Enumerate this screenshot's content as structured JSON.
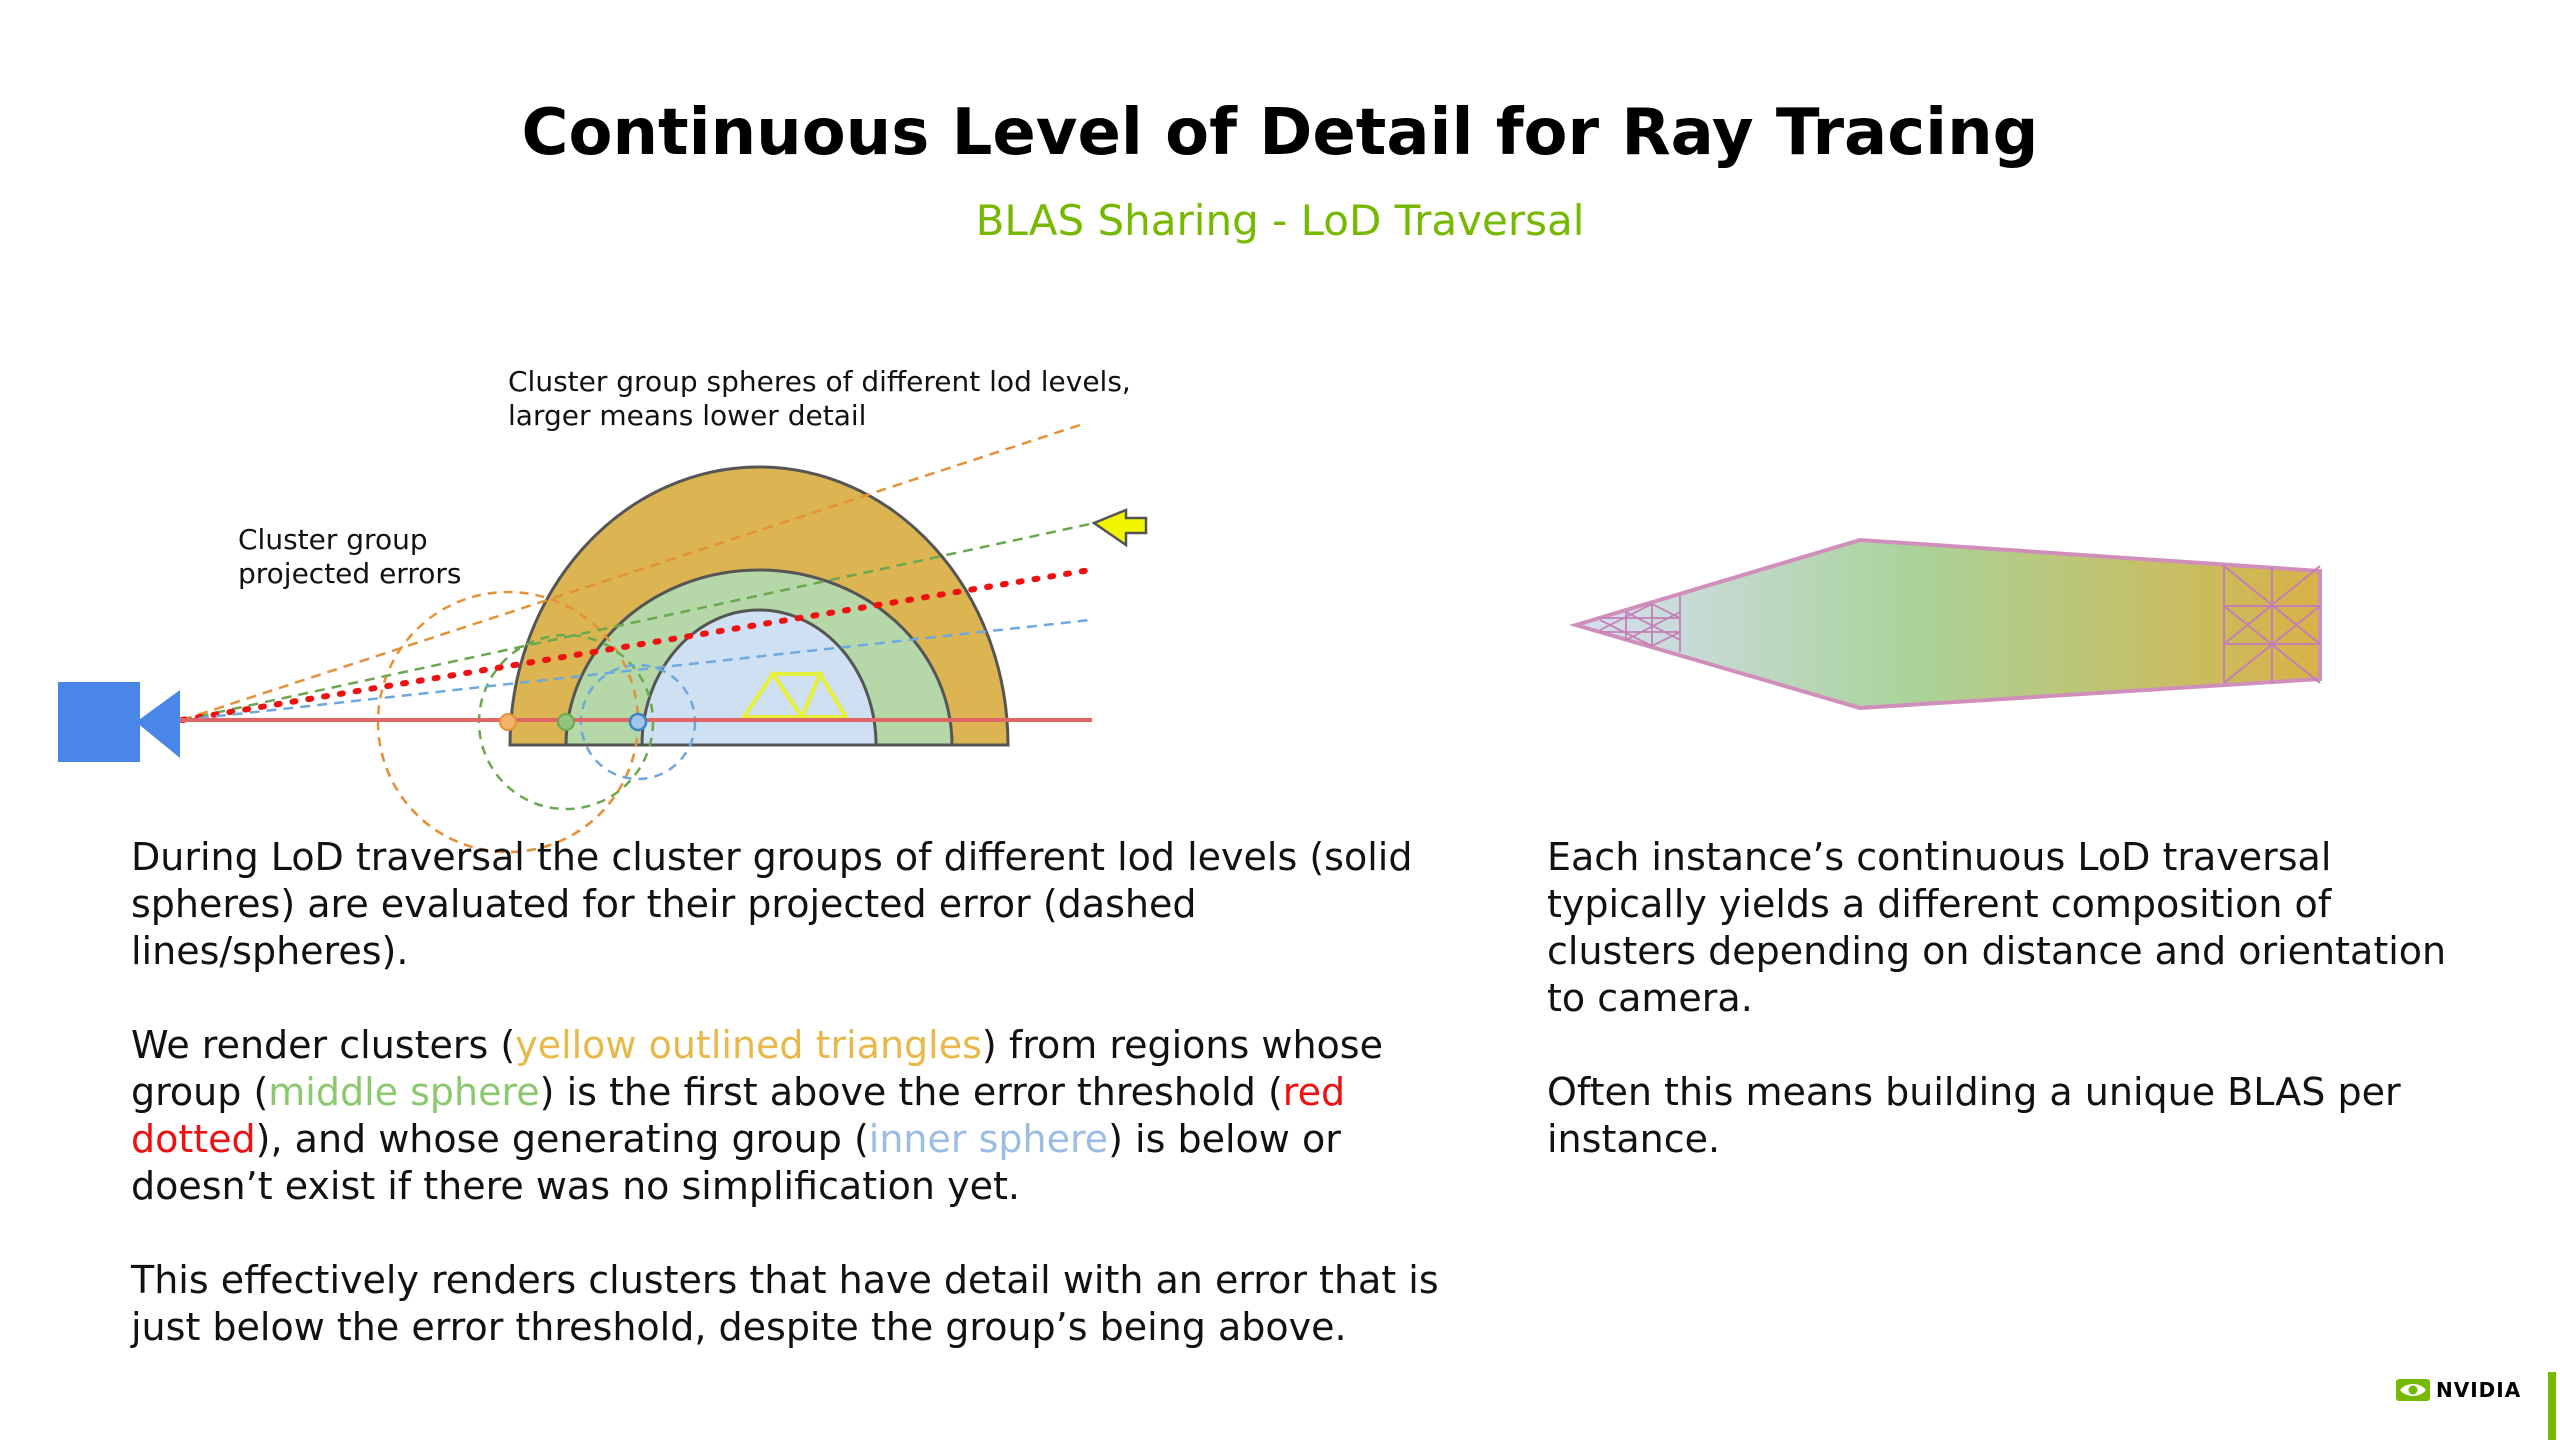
{
  "title": "Continuous Level of Detail for Ray Tracing",
  "subtitle": "BLAS Sharing - LoD Traversal",
  "diagram": {
    "label_spheres_line1": "Cluster group spheres of different lod levels,",
    "label_spheres_line2": "larger means lower detail",
    "label_errors_line1": "Cluster group",
    "label_errors_line2": "projected errors"
  },
  "left_text": {
    "p1": "During LoD traversal the cluster groups of different lod levels (solid spheres) are evaluated for their projected error (dashed lines/spheres).",
    "p2_a": "We render clusters (",
    "p2_yellow": "yellow outlined triangles",
    "p2_b": ") from regions whose group (",
    "p2_green": "middle sphere",
    "p2_c": ") is the first above the error threshold (",
    "p2_red": "red dotted",
    "p2_d": "), and whose generating group (",
    "p2_blue": "inner sphere",
    "p2_e": ") is below or doesn’t exist if there was no simplification yet.",
    "p3": "This effectively renders clusters that have detail with an error that is just below the error threshold, despite the group’s being above."
  },
  "right_text": {
    "p1": "Each instance’s continuous LoD traversal typically yields a different composition of clusters depending on distance and orientation to camera.",
    "p2": "Often this means building a unique BLAS per instance."
  },
  "logo_text": "NVIDIA",
  "colors": {
    "accent_green": "#76b900",
    "outer_sphere": "#dcb552",
    "middle_sphere": "#b6d7a8",
    "inner_sphere": "#d0e0f3",
    "threshold_red": "#ee1111",
    "camera_blue": "#4a86e8"
  }
}
